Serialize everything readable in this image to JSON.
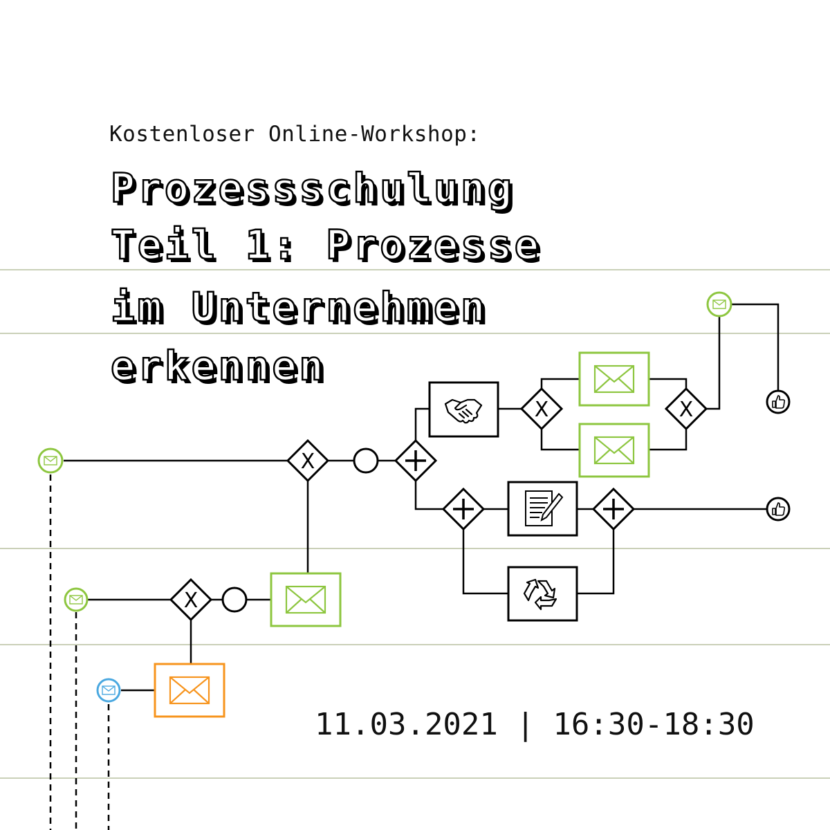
{
  "header": {
    "subtitle": "Kostenloser Online-Workshop:",
    "title_lines": [
      "Prozessschulung",
      "Teil 1: Prozesse",
      "im Unternehmen",
      "erkennen"
    ]
  },
  "event": {
    "date": "11.03.2021",
    "separator": "|",
    "time": "16:30-18:30"
  },
  "diagram": {
    "colors": {
      "green": "#8dc63f",
      "orange": "#f7941d",
      "blue": "#4aa8e0",
      "lane": "#b8c0a0",
      "line": "#000000"
    },
    "icons": [
      "envelope-icon",
      "handshake-icon",
      "document-pen-icon",
      "recycle-icon",
      "thumbs-up-icon"
    ],
    "gateways": [
      "exclusive-gateway",
      "parallel-gateway"
    ]
  }
}
